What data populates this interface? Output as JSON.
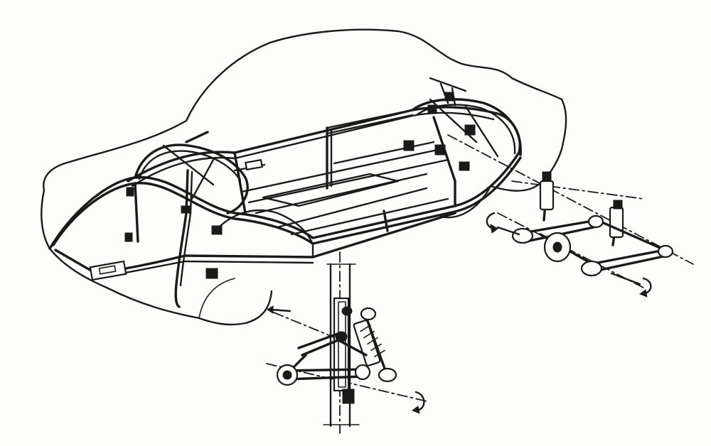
{
  "figure": {
    "ink_color": "#1a1a1a",
    "paper_color": "#fdfdfb",
    "parts": [
      "car-body-outline",
      "tubular-space-frame",
      "rear-suspension-assembly",
      "front-suspension-assembly"
    ]
  }
}
